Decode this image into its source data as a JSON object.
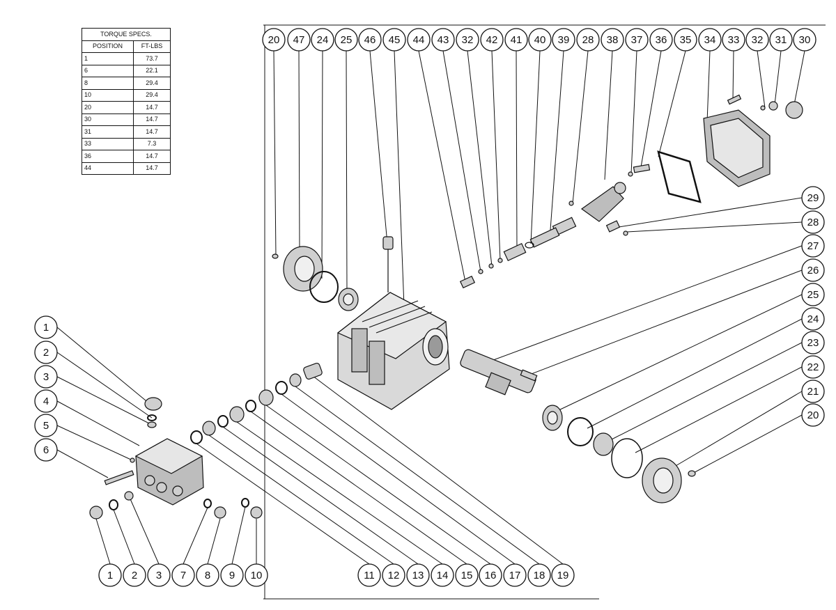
{
  "torque_table": {
    "title": "TORQUE SPECS.",
    "headers": [
      "POSITION",
      "FT-LBS"
    ],
    "rows": [
      [
        "1",
        "73.7"
      ],
      [
        "6",
        "22.1"
      ],
      [
        "8",
        "29.4"
      ],
      [
        "10",
        "29.4"
      ],
      [
        "20",
        "14.7"
      ],
      [
        "30",
        "14.7"
      ],
      [
        "31",
        "14.7"
      ],
      [
        "33",
        "7.3"
      ],
      [
        "36",
        "14.7"
      ],
      [
        "44",
        "14.7"
      ]
    ]
  },
  "callouts": {
    "top": [
      "20",
      "47",
      "24",
      "25",
      "46",
      "45",
      "44",
      "43",
      "32",
      "42",
      "41",
      "40",
      "39",
      "28",
      "38",
      "37",
      "36",
      "35",
      "34",
      "33",
      "32",
      "31",
      "30"
    ],
    "right": [
      "29",
      "28",
      "27",
      "26",
      "25",
      "24",
      "23",
      "22",
      "21",
      "20"
    ],
    "left": [
      "1",
      "2",
      "3",
      "4",
      "5",
      "6"
    ],
    "bottom_left": [
      "1",
      "2",
      "3",
      "7",
      "8",
      "9",
      "10"
    ],
    "bottom_mid": [
      "11",
      "12",
      "13",
      "14",
      "15",
      "16",
      "17",
      "18",
      "19"
    ]
  },
  "colors": {
    "line": "#111111",
    "background": "#ffffff",
    "part_fill": "#cfcfcf"
  }
}
